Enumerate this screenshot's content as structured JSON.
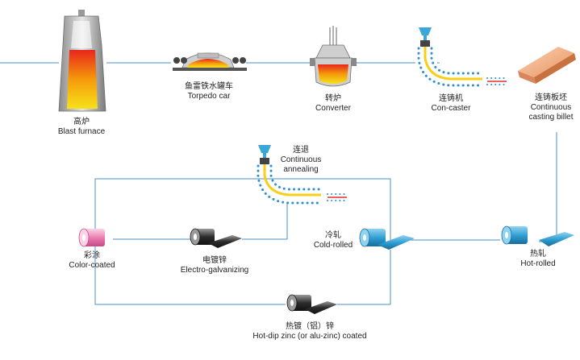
{
  "stages": {
    "blast_furnace": {
      "zh": "高炉",
      "en": "Blast furnace"
    },
    "torpedo_car": {
      "zh": "鱼雷铁水罐车",
      "en": "Torpedo car"
    },
    "converter": {
      "zh": "转炉",
      "en": "Converter"
    },
    "con_caster": {
      "zh": "连铸机",
      "en": "Con-caster"
    },
    "casting_billet": {
      "zh": "连铸板坯",
      "en_1": "Continuous",
      "en_2": "casting billet"
    },
    "hot_rolled": {
      "zh": "热轧",
      "en": "Hot-rolled"
    },
    "cold_rolled": {
      "zh": "冷轧",
      "en": "Cold-rolled"
    },
    "continuous_annealing": {
      "zh": "连退",
      "en_1": "Continuous",
      "en_2": "annealing"
    },
    "electro_galvanizing": {
      "zh": "电镀锌",
      "en": "Electro-galvanizing"
    },
    "color_coated": {
      "zh": "彩涂",
      "en": "Color-coated"
    },
    "hot_dip": {
      "zh": "热镀（铝）锌",
      "en": "Hot-dip zinc (or alu-zinc) coated"
    }
  },
  "colors": {
    "line": "#4a90c8",
    "molten": "#f5a200",
    "dots": "#2f8fd0",
    "billet": "#f2b48a",
    "coil_blue": "#3aa7d6",
    "coil_dark": "#2a2a2a",
    "coil_pink": "#e97cae"
  }
}
